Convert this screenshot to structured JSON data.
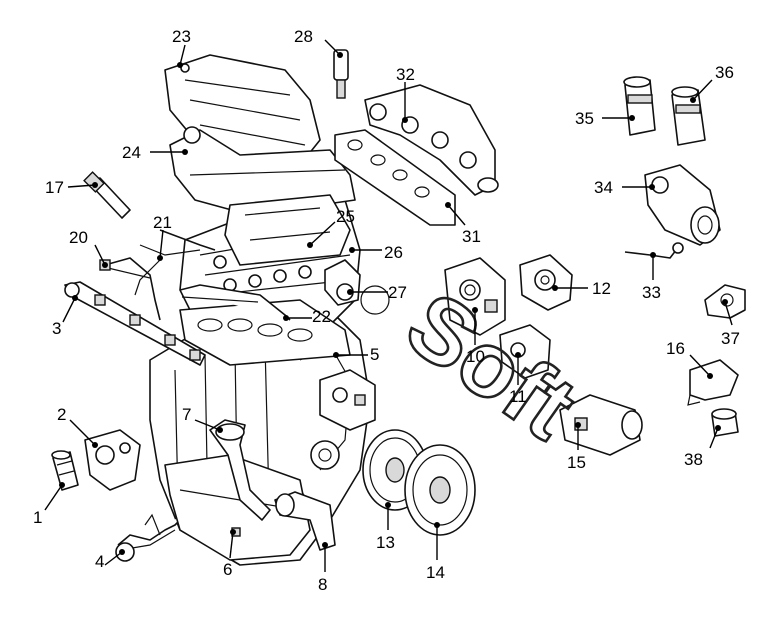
{
  "diagram": {
    "watermark": "Soft",
    "callouts": [
      "1",
      "2",
      "3",
      "4",
      "5",
      "6",
      "7",
      "8",
      "10",
      "11",
      "12",
      "13",
      "14",
      "15",
      "16",
      "17",
      "20",
      "21",
      "22",
      "23",
      "24",
      "25",
      "26",
      "27",
      "28",
      "31",
      "32",
      "33",
      "34",
      "35",
      "36",
      "37",
      "38"
    ]
  }
}
